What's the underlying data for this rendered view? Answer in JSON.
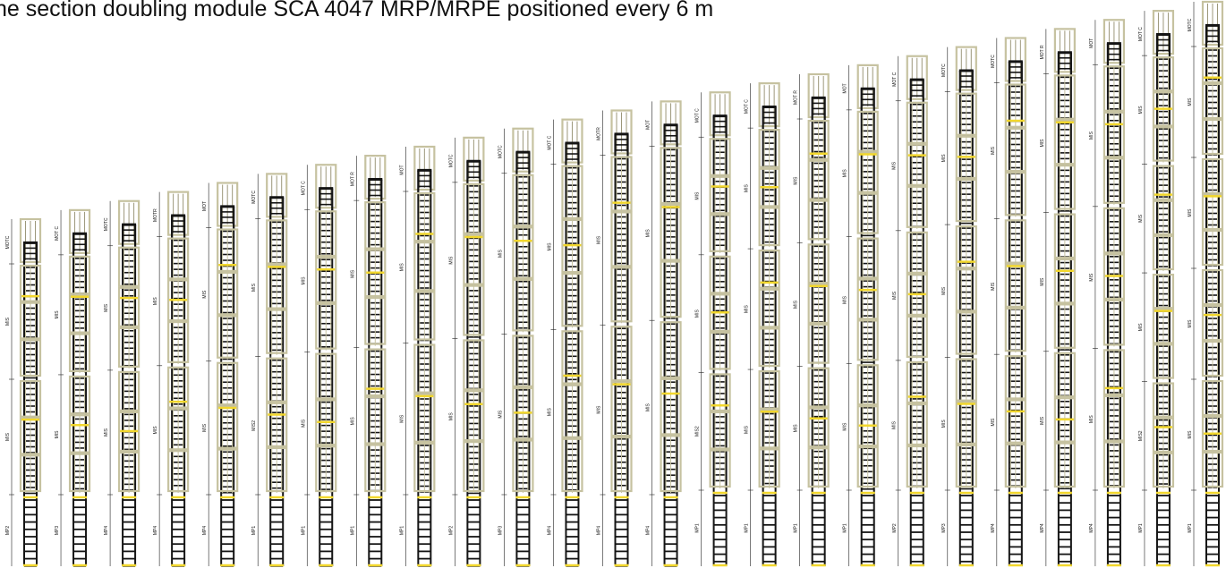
{
  "title": "he section doubling module SCA 4047 MRP/MRPE positioned every 6 m",
  "colors": {
    "frame": "#c6c2a0",
    "frame_dark": "#9c977a",
    "rung": "#141414",
    "marker": "#f2d72c",
    "dimension_line": "#222222"
  },
  "ladders": [
    {
      "top_module": "MOTC",
      "middle_modules": [
        "MIS",
        "MIS"
      ],
      "bottom_module": "MP2"
    },
    {
      "top_module": "MOT C",
      "middle_modules": [
        "MIS",
        "MIS"
      ],
      "bottom_module": "MP3"
    },
    {
      "top_module": "MOTC",
      "middle_modules": [
        "MIS",
        "MIS"
      ],
      "bottom_module": "MP4"
    },
    {
      "top_module": "MOTR",
      "middle_modules": [
        "MIS",
        "MIS"
      ],
      "bottom_module": "MP4"
    },
    {
      "top_module": "MOT",
      "middle_modules": [
        "MIS",
        "MIS"
      ],
      "bottom_module": "MP4"
    },
    {
      "top_module": "MOTC",
      "middle_modules": [
        "MIS",
        "MIS2"
      ],
      "bottom_module": "MP1"
    },
    {
      "top_module": "MOT C",
      "middle_modules": [
        "MIS",
        "MIS"
      ],
      "bottom_module": "MP1"
    },
    {
      "top_module": "MOT R",
      "middle_modules": [
        "MIS",
        "MIS"
      ],
      "bottom_module": "MP1"
    },
    {
      "top_module": "MOT",
      "middle_modules": [
        "MIS",
        "MIS"
      ],
      "bottom_module": "MP1"
    },
    {
      "top_module": "MOTC",
      "middle_modules": [
        "MIS",
        "MIS"
      ],
      "bottom_module": "MP2"
    },
    {
      "top_module": "MOTC",
      "middle_modules": [
        "MIS",
        "MIS"
      ],
      "bottom_module": "MP3"
    },
    {
      "top_module": "MOT C",
      "middle_modules": [
        "MIS",
        "MIS"
      ],
      "bottom_module": "MP4"
    },
    {
      "top_module": "MOTR",
      "middle_modules": [
        "MIS",
        "MIS"
      ],
      "bottom_module": "MP4"
    },
    {
      "top_module": "MOT",
      "middle_modules": [
        "MIS",
        "MIS"
      ],
      "bottom_module": "MP4"
    },
    {
      "top_module": "MOT C",
      "middle_modules": [
        "MIS",
        "MIS",
        "MIS2"
      ],
      "bottom_module": "MP1"
    },
    {
      "top_module": "MOT C",
      "middle_modules": [
        "MIS",
        "MIS",
        "MIS"
      ],
      "bottom_module": "MP1"
    },
    {
      "top_module": "MOT R",
      "middle_modules": [
        "MIS",
        "MIS",
        "MIS"
      ],
      "bottom_module": "MP1"
    },
    {
      "top_module": "MOT",
      "middle_modules": [
        "MIS",
        "MIS",
        "MIS"
      ],
      "bottom_module": "MP1"
    },
    {
      "top_module": "MOT C",
      "middle_modules": [
        "MIS",
        "MIS",
        "MIS"
      ],
      "bottom_module": "MP2"
    },
    {
      "top_module": "MOTC",
      "middle_modules": [
        "MIS",
        "MIS",
        "MIS"
      ],
      "bottom_module": "MP3"
    },
    {
      "top_module": "MOTC",
      "middle_modules": [
        "MIS",
        "MIS",
        "MIS"
      ],
      "bottom_module": "MP4"
    },
    {
      "top_module": "MOT R",
      "middle_modules": [
        "MIS",
        "MIS",
        "MIS"
      ],
      "bottom_module": "MP4"
    },
    {
      "top_module": "MOT",
      "middle_modules": [
        "MIS",
        "MIS",
        "MIS"
      ],
      "bottom_module": "MP4"
    },
    {
      "top_module": "MOT C",
      "middle_modules": [
        "MIS",
        "MIS",
        "MIS",
        "MIS2"
      ],
      "bottom_module": "MP1"
    },
    {
      "top_module": "MOTC",
      "middle_modules": [
        "MIS",
        "MIS",
        "MIS",
        "MIS"
      ],
      "bottom_module": "MP1"
    }
  ]
}
